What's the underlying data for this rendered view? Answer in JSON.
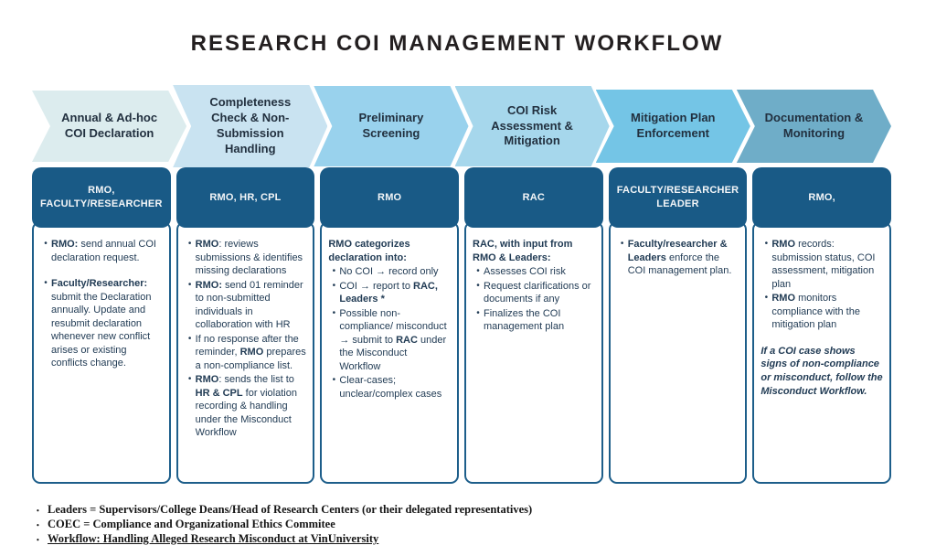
{
  "title": "RESEARCH COI MANAGEMENT WORKFLOW",
  "colors": {
    "role_box": "#195a86",
    "detail_border": "#1d5e8a",
    "chevron_text": "#22303f",
    "detail_text": "#223c55",
    "title_text": "#231f20",
    "chevron_gradient": [
      "#dcecee",
      "#c9e3f1",
      "#99d2ed",
      "#a6d7ec",
      "#74c5e6",
      "#6fadc8"
    ]
  },
  "stages": [
    {
      "chevron": "Annual & Ad-hoc COI Declaration",
      "chevron_color": "#dcecee",
      "role_lines": [
        "RMO,",
        "FACULTY/RESEARCHER"
      ],
      "details": [
        {
          "type": "bullet",
          "segments": [
            {
              "text": "RMO:",
              "bold": true
            },
            {
              "text": " send annual COI declaration request."
            }
          ]
        },
        {
          "type": "bullet",
          "gap_before": true,
          "segments": [
            {
              "text": "Faculty/Researcher:",
              "bold": true
            },
            {
              "text": " submit the Declaration annually. Update and resubmit declaration whenever new conflict arises or existing conflicts change."
            }
          ]
        }
      ]
    },
    {
      "chevron": "Completeness Check & Non-Submission Handling",
      "chevron_color": "#c9e3f1",
      "role_lines": [
        "RMO, HR, CPL"
      ],
      "details": [
        {
          "type": "bullet",
          "segments": [
            {
              "text": "RMO",
              "bold": true
            },
            {
              "text": ": reviews submissions & identifies missing declarations"
            }
          ]
        },
        {
          "type": "bullet",
          "segments": [
            {
              "text": "RMO:",
              "bold": true
            },
            {
              "text": " send 01 reminder to non-submitted individuals in collaboration with HR"
            }
          ]
        },
        {
          "type": "bullet",
          "segments": [
            {
              "text": "If no response after the reminder, "
            },
            {
              "text": "RMO",
              "bold": true
            },
            {
              "text": " prepares a non-compliance list."
            }
          ]
        },
        {
          "type": "bullet",
          "segments": [
            {
              "text": "RMO",
              "bold": true
            },
            {
              "text": ": sends the list to "
            },
            {
              "text": "HR & CPL",
              "bold": true
            },
            {
              "text": " for violation recording & handling under the Misconduct Workflow"
            }
          ]
        }
      ]
    },
    {
      "chevron": "Preliminary Screening",
      "chevron_color": "#99d2ed",
      "role_lines": [
        "RMO"
      ],
      "details": [
        {
          "type": "heading",
          "segments": [
            {
              "text": "RMO categorizes declaration into:",
              "bold": true
            }
          ]
        },
        {
          "type": "bullet",
          "segments": [
            {
              "text": "No COI → record only"
            }
          ]
        },
        {
          "type": "bullet",
          "segments": [
            {
              "text": "COI → report to "
            },
            {
              "text": "RAC, Leaders *",
              "bold": true
            }
          ]
        },
        {
          "type": "bullet",
          "segments": [
            {
              "text": "Possible non-compliance/ misconduct → submit to "
            },
            {
              "text": "RAC",
              "bold": true
            },
            {
              "text": " under the Misconduct Workflow"
            }
          ]
        },
        {
          "type": "bullet",
          "segments": [
            {
              "text": "Clear-cases; unclear/complex cases"
            }
          ]
        }
      ]
    },
    {
      "chevron": "COI Risk Assessment & Mitigation",
      "chevron_color": "#a6d7ec",
      "role_lines": [
        "RAC"
      ],
      "details": [
        {
          "type": "heading",
          "segments": [
            {
              "text": "RAC,",
              "bold": true
            },
            {
              "text": " with input from "
            },
            {
              "text": "RMO & Leaders:",
              "bold": true
            }
          ]
        },
        {
          "type": "bullet",
          "segments": [
            {
              "text": "Assesses COI risk"
            }
          ]
        },
        {
          "type": "bullet",
          "segments": [
            {
              "text": "Request clarifications or documents if any"
            }
          ]
        },
        {
          "type": "bullet",
          "segments": [
            {
              "text": "Finalizes the COI management plan"
            }
          ]
        }
      ]
    },
    {
      "chevron": "Mitigation Plan Enforcement",
      "chevron_color": "#74c5e6",
      "role_lines": [
        "FACULTY/RESEARCHER",
        "LEADER"
      ],
      "details": [
        {
          "type": "bullet",
          "segments": [
            {
              "text": "Faculty/researcher & Leaders",
              "bold": true
            },
            {
              "text": " enforce the COI management plan."
            }
          ]
        }
      ]
    },
    {
      "chevron": "Documentation & Monitoring",
      "chevron_color": "#6fadc8",
      "role_lines": [
        "RMO,"
      ],
      "details": [
        {
          "type": "bullet",
          "segments": [
            {
              "text": "RMO",
              "bold": true
            },
            {
              "text": " records: submission status, COI assessment, mitigation plan"
            }
          ]
        },
        {
          "type": "bullet",
          "segments": [
            {
              "text": "RMO",
              "bold": true
            },
            {
              "text": " monitors compliance with the mitigation plan"
            }
          ]
        },
        {
          "type": "note",
          "segments": [
            {
              "text": "If a COI case shows signs of non-compliance or misconduct, follow the Misconduct Workflow."
            }
          ]
        }
      ]
    }
  ],
  "footnotes": [
    {
      "text": "Leaders = Supervisors/College Deans/Head of Research Centers (or their delegated representatives)",
      "underline": false
    },
    {
      "text": "COEC = Compliance and Organizational Ethics Commitee",
      "underline": false
    },
    {
      "text": "Workflow: Handling Alleged Research Misconduct at VinUniversity",
      "underline": true
    }
  ]
}
